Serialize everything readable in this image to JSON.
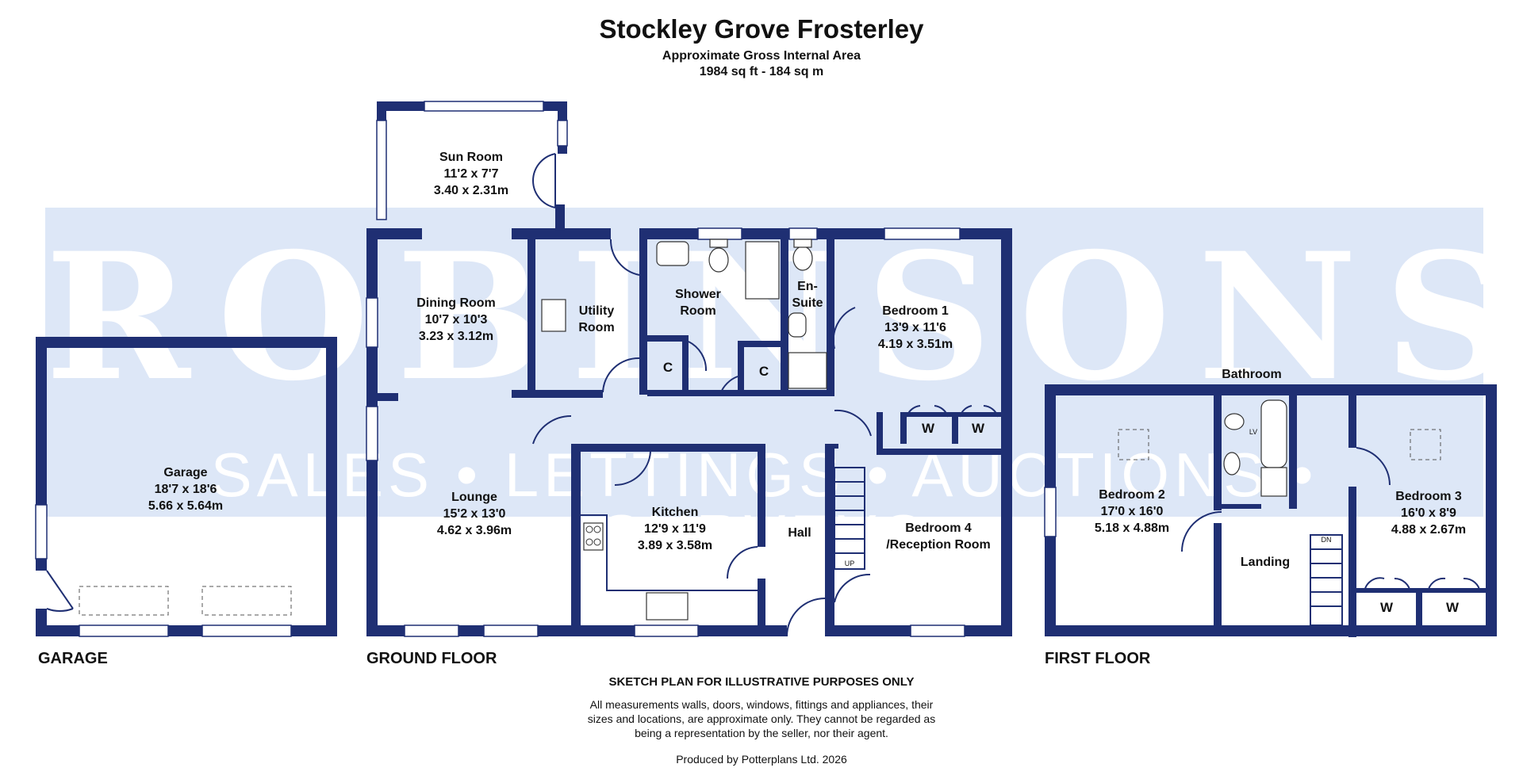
{
  "header": {
    "title": "Stockley Grove Frosterley",
    "subtitle": "Approximate Gross Internal Area",
    "area": "1984 sq ft - 184 sq m"
  },
  "watermark": {
    "brand": "ROBINSONS",
    "tagline": "SALES • LETTINGS • AUCTIONS • SURVEYS"
  },
  "colors": {
    "wall": "#1f2f73",
    "watermark_band": "#dde7f7"
  },
  "floors": {
    "garage": "GARAGE",
    "ground": "GROUND FLOOR",
    "first": "FIRST FLOOR"
  },
  "rooms": {
    "sun_room": {
      "name": "Sun Room",
      "imperial": "11'2 x 7'7",
      "metric": "3.40 x 2.31m"
    },
    "dining_room": {
      "name": "Dining Room",
      "imperial": "10'7 x 10'3",
      "metric": "3.23 x 3.12m"
    },
    "utility_room": {
      "name": "Utility",
      "name2": "Room"
    },
    "shower_room": {
      "name": "Shower",
      "name2": "Room"
    },
    "en_suite": {
      "name": "En-",
      "name2": "Suite"
    },
    "bedroom1": {
      "name": "Bedroom 1",
      "imperial": "13'9 x 11'6",
      "metric": "4.19 x 3.51m"
    },
    "garage": {
      "name": "Garage",
      "imperial": "18'7 x 18'6",
      "metric": "5.66 x 5.64m"
    },
    "lounge": {
      "name": "Lounge",
      "imperial": "15'2 x 13'0",
      "metric": "4.62 x 3.96m"
    },
    "kitchen": {
      "name": "Kitchen",
      "imperial": "12'9 x 11'9",
      "metric": "3.89 x 3.58m"
    },
    "hall": {
      "name": "Hall"
    },
    "bedroom4": {
      "name": "Bedroom 4",
      "name2": "/Reception Room"
    },
    "bedroom2": {
      "name": "Bedroom 2",
      "imperial": "17'0 x 16'0",
      "metric": "5.18 x 4.88m"
    },
    "bathroom": {
      "name": "Bathroom"
    },
    "landing": {
      "name": "Landing"
    },
    "bedroom3": {
      "name": "Bedroom 3",
      "imperial": "16'0 x 8'9",
      "metric": "4.88 x 2.67m"
    }
  },
  "marks": {
    "cupboard": "C",
    "wardrobe": "W",
    "stairs_up": "UP",
    "stairs_down": "DN",
    "basin": "LV"
  },
  "footer": {
    "disclaimer_title": "SKETCH PLAN FOR ILLUSTRATIVE PURPOSES ONLY",
    "disclaimer_line1": "All measurements walls, doors, windows, fittings and appliances, their",
    "disclaimer_line2": "sizes and locations, are approximate only. They cannot be regarded as",
    "disclaimer_line3": "being a representation by the seller, nor their agent.",
    "produced_by": "Produced by Potterplans Ltd. 2026"
  }
}
